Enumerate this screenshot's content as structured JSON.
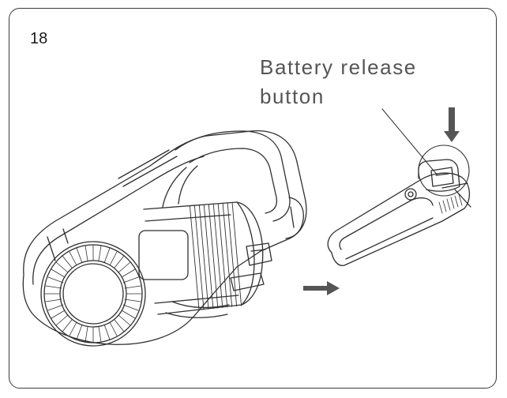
{
  "step_number": "18",
  "callout": {
    "line1": "Battery release",
    "line2": "button"
  },
  "colors": {
    "outline": "#2f2f2f",
    "arrow": "#555555",
    "text": "#555555"
  },
  "icons": [
    "down-arrow-icon",
    "right-arrow-icon"
  ]
}
